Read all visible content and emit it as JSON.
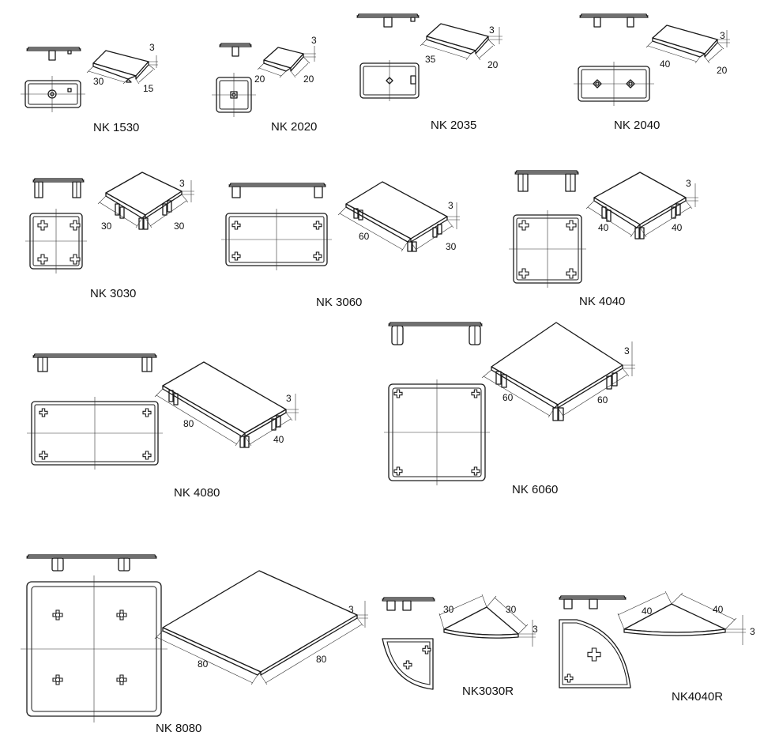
{
  "products": [
    {
      "id": "nk1530",
      "name": "NK 1530",
      "w": "30",
      "d": "15",
      "h": "3"
    },
    {
      "id": "nk2020",
      "name": "NK 2020",
      "w": "20",
      "d": "20",
      "h": "3"
    },
    {
      "id": "nk2035",
      "name": "NK 2035",
      "w": "35",
      "d": "20",
      "h": "3"
    },
    {
      "id": "nk2040",
      "name": "NK 2040",
      "w": "40",
      "d": "20",
      "h": "3"
    },
    {
      "id": "nk3030",
      "name": "NK 3030",
      "w": "30",
      "d": "30",
      "h": "3"
    },
    {
      "id": "nk3060",
      "name": "NK 3060",
      "w": "60",
      "d": "30",
      "h": "3"
    },
    {
      "id": "nk4040",
      "name": "NK 4040",
      "w": "40",
      "d": "40",
      "h": "3"
    },
    {
      "id": "nk4080",
      "name": "NK 4080",
      "w": "80",
      "d": "40",
      "h": "3"
    },
    {
      "id": "nk6060",
      "name": "NK 6060",
      "w": "60",
      "d": "60",
      "h": "3"
    },
    {
      "id": "nk8080",
      "name": "NK 8080",
      "w": "80",
      "d": "80",
      "h": "3"
    },
    {
      "id": "nk3030r",
      "name": "NK3030R",
      "w": "30",
      "d": "30",
      "h": "3"
    },
    {
      "id": "nk4040r",
      "name": "NK4040R",
      "w": "40",
      "d": "40",
      "h": "3"
    }
  ]
}
